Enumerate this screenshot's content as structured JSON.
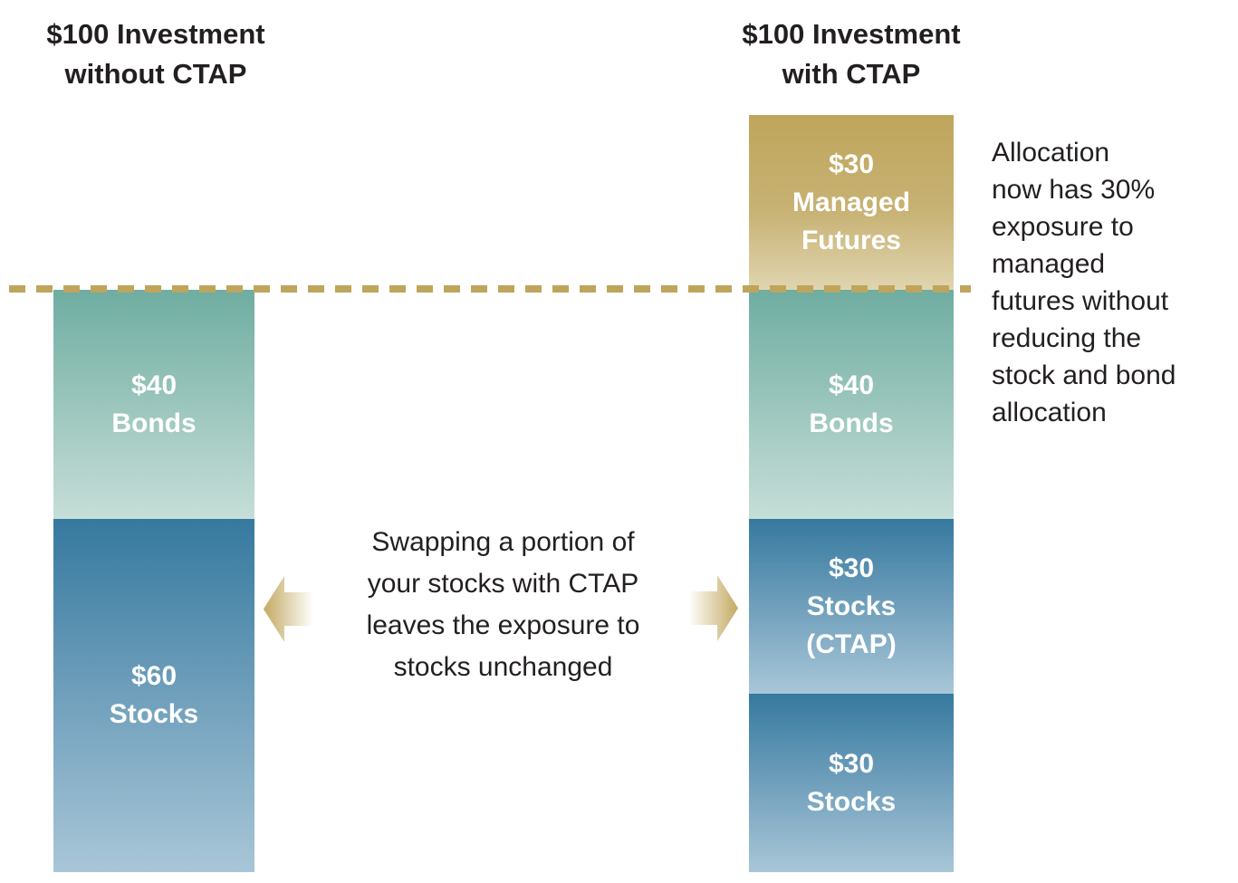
{
  "colors": {
    "gold": "#bfa55c",
    "gold_gradient_end": "#e0d5b0",
    "teal_top": "#6fada1",
    "teal_bottom": "#c6ded8",
    "blue_top": "#36799f",
    "blue_bottom": "#a9c6d8",
    "text": "#231f20",
    "segment_text": "#ffffff"
  },
  "bars": {
    "left": {
      "title_line1": "$100 Investment",
      "title_line2": "without CTAP",
      "segments": [
        {
          "id": "bonds",
          "line1": "$40",
          "line2": "Bonds"
        },
        {
          "id": "stocks",
          "line1": "$60",
          "line2": "Stocks"
        }
      ]
    },
    "right": {
      "title_line1": "$100 Investment",
      "title_line2": "with CTAP",
      "segments": [
        {
          "id": "managed-futures",
          "line1": "$30",
          "line2": "Managed",
          "line3": "Futures"
        },
        {
          "id": "bonds",
          "line1": "$40",
          "line2": "Bonds"
        },
        {
          "id": "stocks-ctap",
          "line1": "$30",
          "line2": "Stocks",
          "line3": "(CTAP)"
        },
        {
          "id": "stocks",
          "line1": "$30",
          "line2": "Stocks"
        }
      ]
    }
  },
  "center_note": {
    "line1": "Swapping a portion of",
    "line2": "your stocks with CTAP",
    "line3": "leaves the exposure to",
    "line4": "stocks unchanged"
  },
  "side_note": {
    "lines": [
      "Allocation",
      "now has 30%",
      "exposure to",
      "managed",
      "futures without",
      "reducing the",
      "stock and bond",
      "allocation"
    ]
  },
  "chart_data": {
    "type": "bar",
    "subtype": "stacked-bar-comparison",
    "title": "",
    "unit": "$ (of a $100 investment)",
    "categories": [
      "$100 Investment without CTAP",
      "$100 Investment with CTAP"
    ],
    "series": [
      {
        "name": "Stocks",
        "values": [
          60,
          30
        ],
        "color": "#36799f"
      },
      {
        "name": "Stocks (CTAP)",
        "values": [
          0,
          30
        ],
        "color": "#36799f"
      },
      {
        "name": "Bonds",
        "values": [
          40,
          40
        ],
        "color": "#6fada1"
      },
      {
        "name": "Managed Futures",
        "values": [
          0,
          30
        ],
        "color": "#bfa55c"
      }
    ],
    "totals": [
      100,
      130
    ],
    "reference_line": {
      "value": 100,
      "style": "dashed",
      "color": "#bfa55c"
    },
    "legend_position": "none",
    "grid": false,
    "annotations": [
      "Swapping a portion of your stocks with CTAP leaves the exposure to stocks unchanged",
      "Allocation now has 30% exposure to managed futures without reducing the stock and bond allocation"
    ]
  }
}
